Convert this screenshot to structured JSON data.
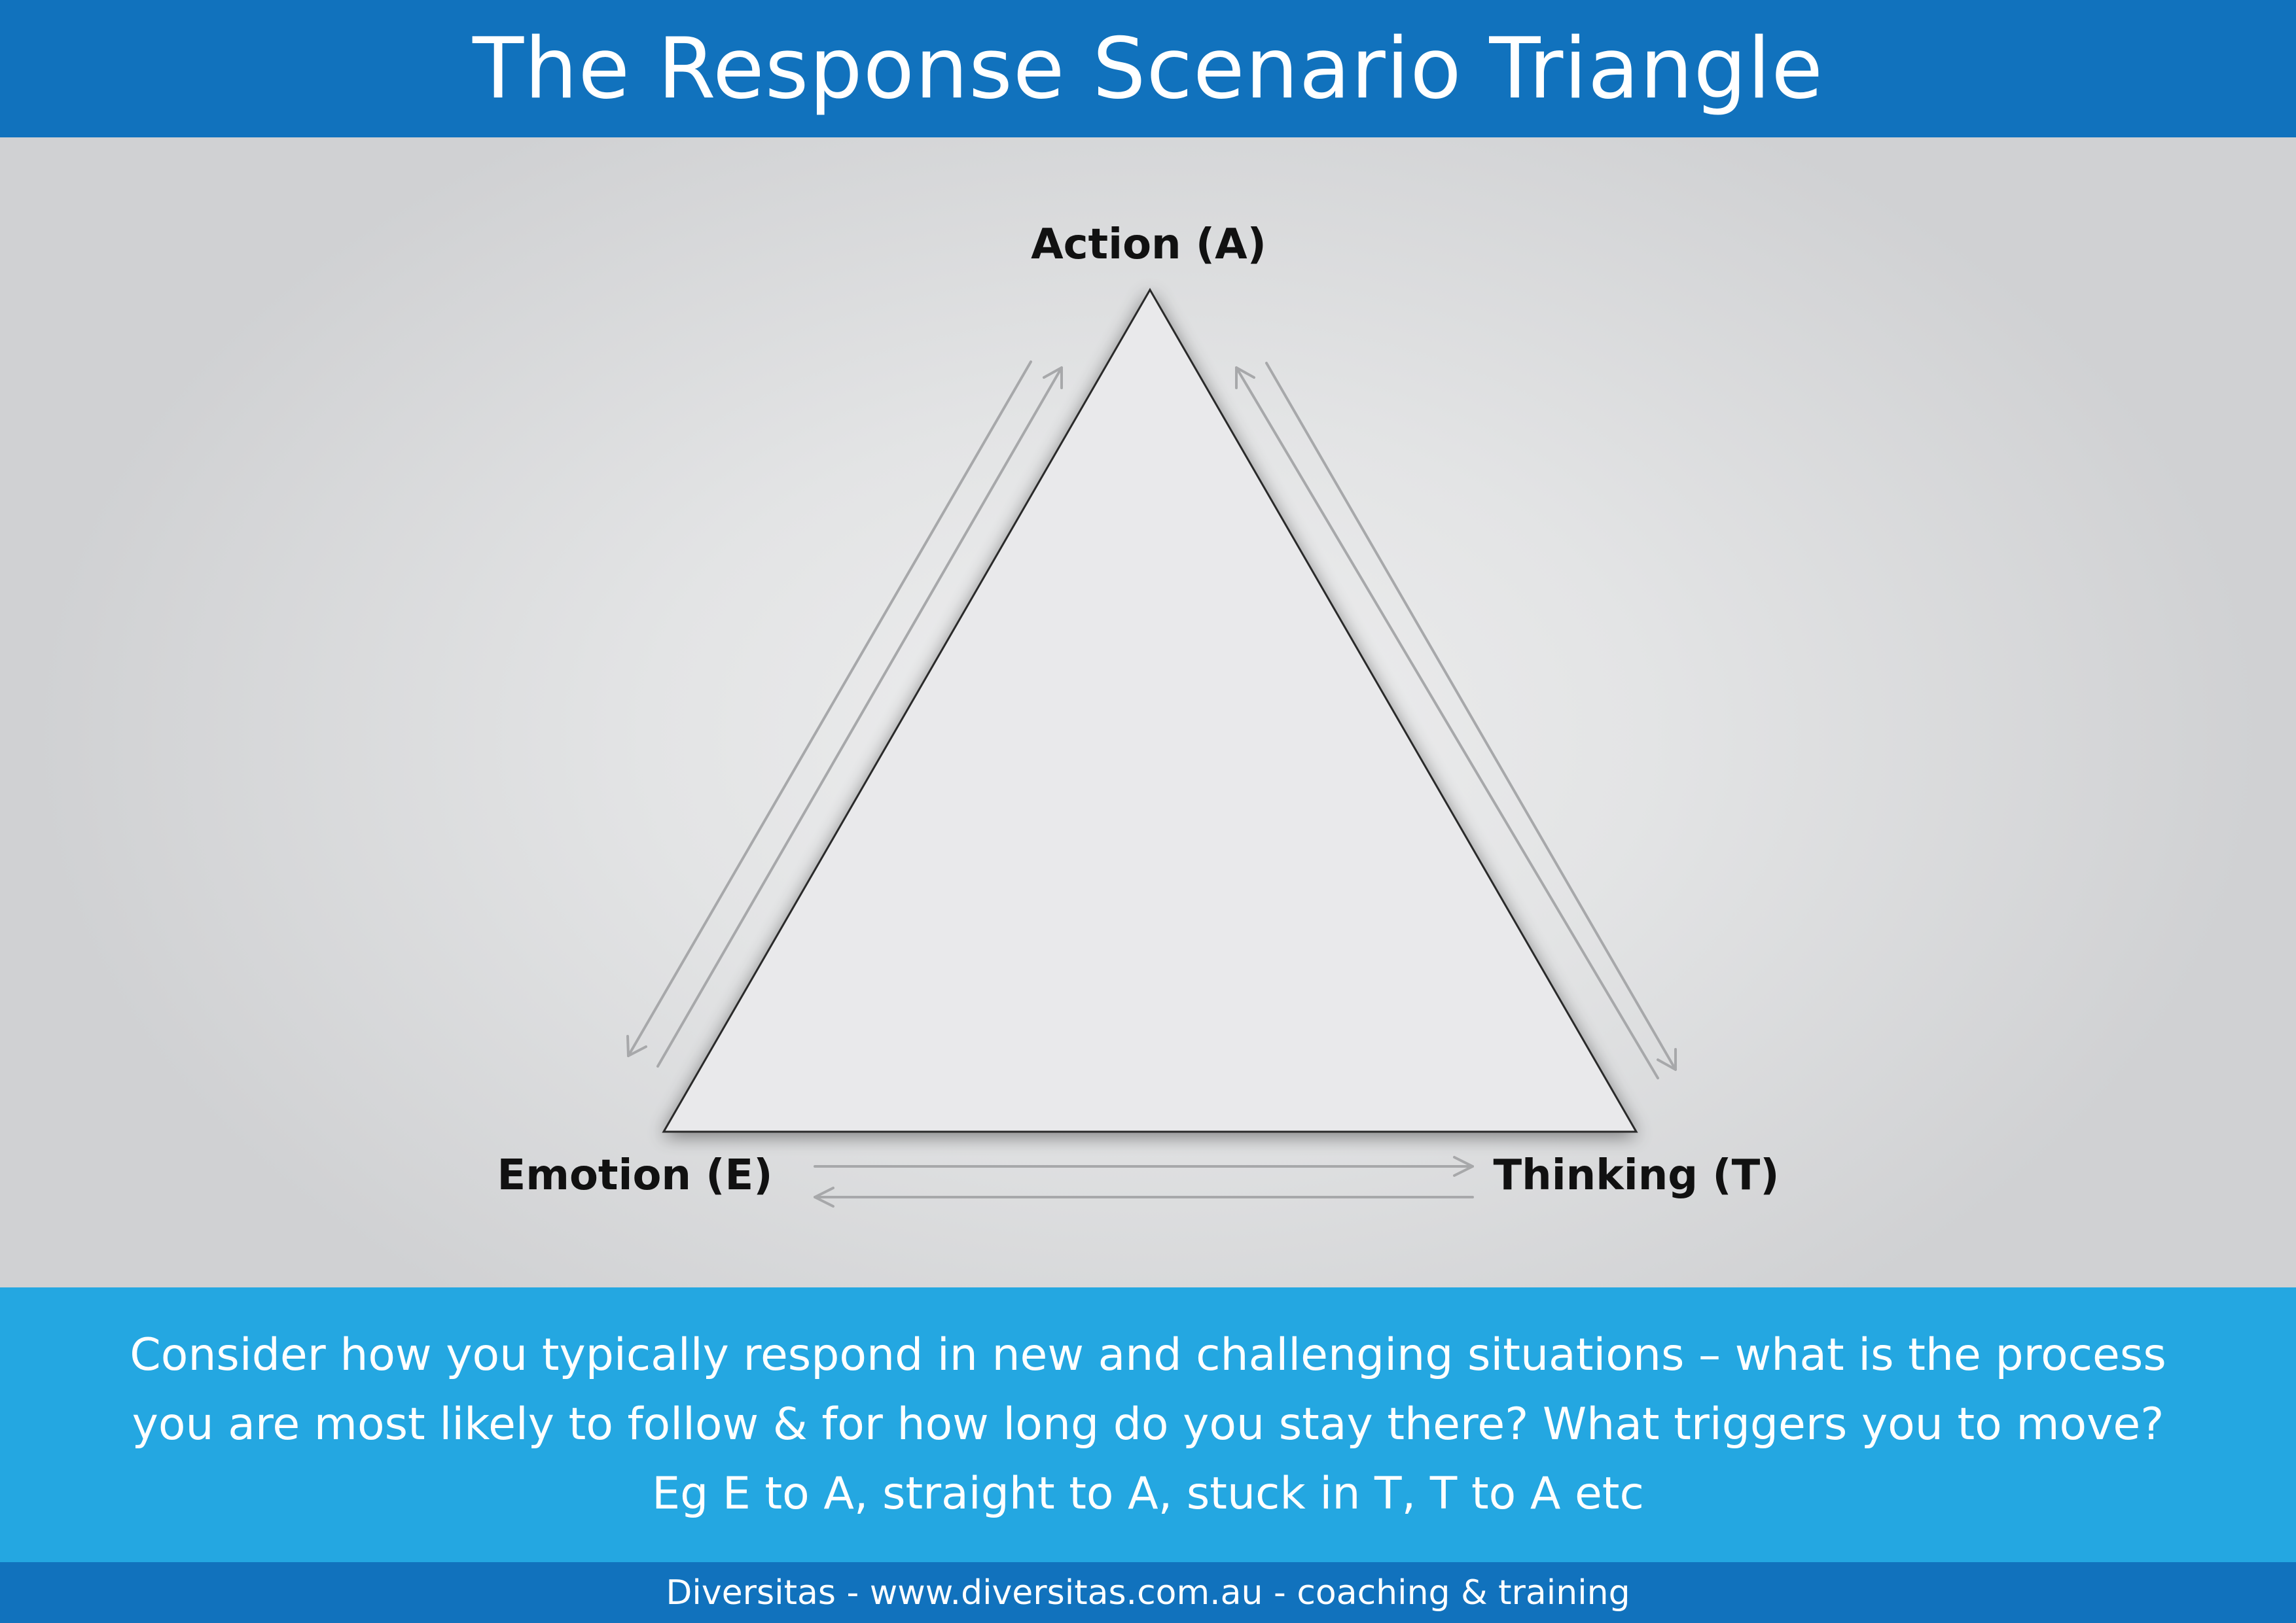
{
  "header": {
    "title": "The Response Scenario Triangle"
  },
  "diagram": {
    "nodes": {
      "action": "Action (A)",
      "emotion": "Emotion (E)",
      "thinking": "Thinking (T)"
    },
    "colors": {
      "triangle_fill": "#e9e9eb",
      "triangle_stroke": "#2a2a2a",
      "arrow": "#a7a8aa"
    }
  },
  "info": {
    "lines": [
      "Consider how you typically respond in new and challenging situations – what is the process",
      "you are most likely to follow & for how long do you stay there? What triggers you to move?",
      "Eg  E to A, straight to A, stuck in T, T to A etc"
    ]
  },
  "footer": {
    "text": "Diversitas - www.diversitas.com.au - coaching & training"
  },
  "colors": {
    "header_bg": "#1172bd",
    "info_bg": "#24a7e1",
    "footer_bg": "#1172bd",
    "stage_bg": "#dcdddf"
  }
}
